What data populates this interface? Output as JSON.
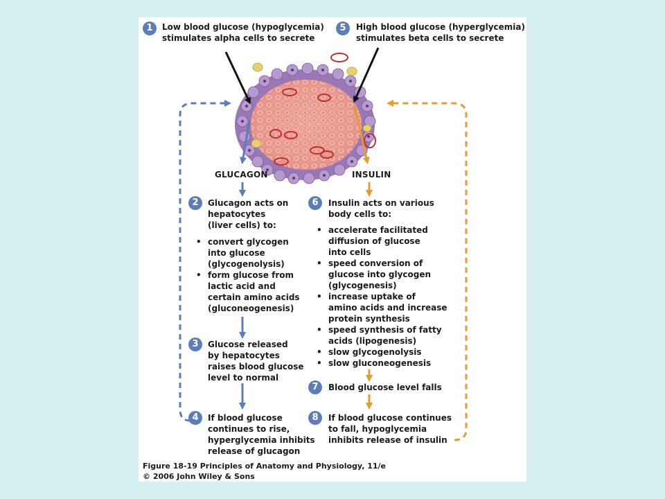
{
  "steps": {
    "s1": {
      "num": "1",
      "line1": "Low blood glucose (hypoglycemia)",
      "line2": "stimulates alpha cells to secrete"
    },
    "s5": {
      "num": "5",
      "line1": "High blood glucose (hyperglycemia)",
      "line2": "stimulates beta cells to secrete"
    },
    "s2": {
      "num": "2",
      "lines": [
        "Glucagon acts on",
        "hepatocytes",
        "(liver cells) to:"
      ],
      "bullets": [
        "convert glycogen\ninto glucose\n(glycogenolysis)",
        "form glucose from\nlactic acid and\ncertain amino acids\n(gluconeogenesis)"
      ]
    },
    "s3": {
      "num": "3",
      "lines": [
        "Glucose released",
        "by hepatocytes",
        "raises blood glucose",
        "level to normal"
      ]
    },
    "s4": {
      "num": "4",
      "lines": [
        "If blood glucose",
        "continues to rise,",
        "hyperglycemia inhibits",
        "release of glucagon"
      ]
    },
    "s6": {
      "num": "6",
      "lines": [
        "Insulin acts on various",
        "body cells to:"
      ],
      "bullets": [
        "accelerate facilitated\ndiffusion of glucose\ninto cells",
        "speed conversion of\nglucose into glycogen\n(glycogenesis)",
        "increase uptake of\namino acids and increase\nprotein synthesis",
        "speed synthesis of fatty\nacids (lipogenesis)",
        "slow glycogenolysis",
        "slow gluconeogenesis"
      ]
    },
    "s7": {
      "num": "7",
      "text": "Blood glucose level falls"
    },
    "s8": {
      "num": "8",
      "lines": [
        "If blood glucose continues",
        "to fall, hypoglycemia",
        "inhibits release of insulin"
      ]
    }
  },
  "labels": {
    "glucagon": "GLUCAGON",
    "insulin": "INSULIN"
  },
  "caption": {
    "line1": "Figure 18-19  Principles of Anatomy and Physiology, 11/e",
    "line2": "© 2006 John Wiley & Sons"
  },
  "colors": {
    "glucagon_arrow": "#5b7db8",
    "insulin_arrow": "#e89b2a",
    "badge": "#5b7db8",
    "background": "#d6f1f2"
  }
}
